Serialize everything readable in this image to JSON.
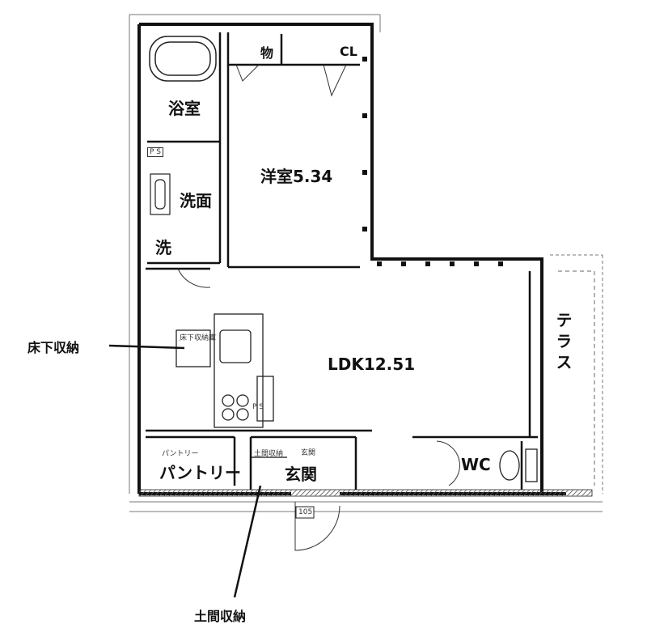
{
  "rooms": {
    "bath": "浴室",
    "storage": "物",
    "closet": "CL",
    "western_room": "洋室5.34",
    "washroom": "洗面",
    "laundry": "洗",
    "ps_top": "P S",
    "ps_kitchen": "P S",
    "ldk": "LDK12.51",
    "terrace": "テラス",
    "pantry": "パントリー",
    "pantry_small": "パントリー",
    "entrance": "玄関",
    "entrance_small": "玄関",
    "wc": "WC",
    "doma_storage_small": "土間収納",
    "underfloor_small": "床下収納庫"
  },
  "annotations": {
    "underfloor_storage": "床下収納",
    "doma_storage": "土間収納"
  },
  "door_tag": {
    "number": "105"
  }
}
